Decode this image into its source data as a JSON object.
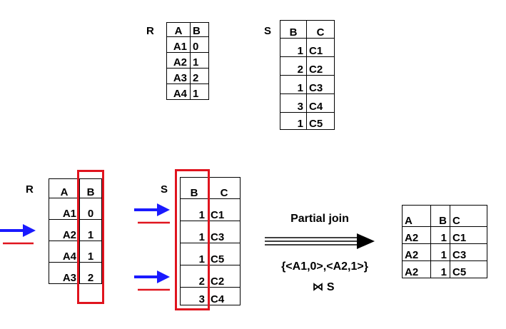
{
  "top": {
    "R": {
      "label": "R",
      "headers": [
        "A",
        "B"
      ],
      "rows": [
        [
          "A1",
          "0"
        ],
        [
          "A2",
          "1"
        ],
        [
          "A3",
          "2"
        ],
        [
          "A4",
          "1"
        ]
      ]
    },
    "S": {
      "label": "S",
      "headers": [
        "B",
        "C"
      ],
      "rows": [
        [
          "1",
          "C1"
        ],
        [
          "2",
          "C2"
        ],
        [
          "1",
          "C3"
        ],
        [
          "3",
          "C4"
        ],
        [
          "1",
          "C5"
        ]
      ]
    }
  },
  "bottom": {
    "R": {
      "label": "R",
      "headers": [
        "A",
        "B"
      ],
      "rows": [
        [
          "A1",
          "0"
        ],
        [
          "A2",
          "1"
        ],
        [
          "A4",
          "1"
        ],
        [
          "A3",
          "2"
        ]
      ]
    },
    "S": {
      "label": "S",
      "headers": [
        "B",
        "C"
      ],
      "rows": [
        [
          "1",
          "C1"
        ],
        [
          "1",
          "C3"
        ],
        [
          "1",
          "C5"
        ],
        [
          "2",
          "C2"
        ],
        [
          "3",
          "C4"
        ]
      ]
    },
    "partial_join_label": "Partial join",
    "semijoin_expr": "{<A1,0>,<A2,1>}",
    "join_with": "⋈ S",
    "result": {
      "headers": [
        "A",
        "B",
        "C"
      ],
      "rows": [
        [
          "A2",
          "1",
          "C1"
        ],
        [
          "A2",
          "1",
          "C3"
        ],
        [
          "A2",
          "1",
          "C5"
        ]
      ]
    }
  },
  "colors": {
    "pointer_arrow": "#1a1aff",
    "underline": "#e0141e",
    "highlight_box": "#e0141e",
    "join_arrow": "#000000"
  }
}
